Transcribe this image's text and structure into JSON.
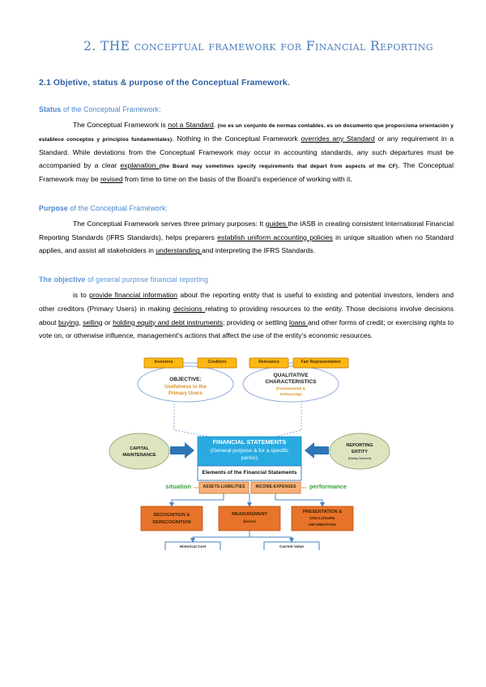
{
  "document": {
    "title": "2. THE conceptual framework for Financial Reporting",
    "section_heading": "2.1 Objetive, status & purpose of the Conceptual Framework."
  },
  "sections": [
    {
      "heading_lead": "Status",
      "heading_rest": " of the Conceptual Framework:",
      "paragraph_parts": [
        {
          "type": "indent"
        },
        {
          "type": "text",
          "text": "The Conceptual Framework is "
        },
        {
          "type": "underline",
          "text": "not a Standard"
        },
        {
          "type": "text",
          "text": ". "
        },
        {
          "type": "tiny",
          "text": "(no es un conjunto de normas contables. es un documento que proporciona orientación y establece conceptos y principios fundamentales)"
        },
        {
          "type": "text",
          "text": ". Nothing in the Conceptual Framework "
        },
        {
          "type": "underline",
          "text": "overrides any Standard"
        },
        {
          "type": "text",
          "text": " or any requirement in a Standard. While deviations from the Conceptual Framework may occur in accounting standards, any such departures must be accompanied by a clear "
        },
        {
          "type": "underline",
          "text": "explanation "
        },
        {
          "type": "tiny",
          "text": "(the Board may sometimes specify requirements that depart from aspects of the CF)"
        },
        {
          "type": "text",
          "text": ". The Conceptual Framework may be "
        },
        {
          "type": "underline",
          "text": "revised"
        },
        {
          "type": "text",
          "text": " from time to time on the basis of the Board’s experience of working with it."
        }
      ]
    },
    {
      "heading_lead": "Purpose",
      "heading_rest": " of the Conceptual Framework:",
      "paragraph_parts": [
        {
          "type": "indent"
        },
        {
          "type": "text",
          "text": "The Conceptual Framework serves three primary purposes: It "
        },
        {
          "type": "underline",
          "text": "guides "
        },
        {
          "type": "text",
          "text": "the IASB in creating consistent International Financial Reporting Standards (IFRS Standards), helps preparers "
        },
        {
          "type": "underline",
          "text": "establish uniform accounting policies"
        },
        {
          "type": "text",
          "text": " in unique situation when no Standard applies, and assist all stakeholders in "
        },
        {
          "type": "underline",
          "text": "understanding "
        },
        {
          "type": "text",
          "text": "and interpreting the IFRS Standards."
        }
      ]
    },
    {
      "heading_lead": "The objective",
      "heading_rest": " of general purpose financial reporting",
      "paragraph_parts": [
        {
          "type": "indent"
        },
        {
          "type": "text",
          "text": "is to "
        },
        {
          "type": "underline",
          "text": "provide financial information"
        },
        {
          "type": "text",
          "text": " about the reporting entity that is useful to existing and potential investors, lenders and other creditors (Primary Users) in making "
        },
        {
          "type": "underline",
          "text": "decisions "
        },
        {
          "type": "text",
          "text": "relating to providing resources to the entity. Those decisions involve decisions about "
        },
        {
          "type": "underline",
          "text": "buying"
        },
        {
          "type": "text",
          "text": ", "
        },
        {
          "type": "underline",
          "text": "selling"
        },
        {
          "type": "text",
          "text": " or "
        },
        {
          "type": "underline",
          "text": "holding equity and debt instruments"
        },
        {
          "type": "text",
          "text": ";  providing or settling "
        },
        {
          "type": "underline",
          "text": "loans "
        },
        {
          "type": "text",
          "text": "and other forms of credit; or exercising rights to vote on, or otherwise influence, management’s actions that affect the use of the entity’s economic resources."
        }
      ]
    }
  ],
  "diagram": {
    "investors_box": "Investors",
    "creditors_box": "Creditors",
    "objective_title": "OBJECTIVE:",
    "objective_sub_line1": "Usefulness to the",
    "objective_sub_line2": "Primary Users",
    "relevance_box": "Relevance",
    "fair_representation_box": "Fair Representation",
    "qc_title_line1": "QUALITATIVE",
    "qc_title_line2": "CHARACTERISTICS",
    "qc_sub_line1": "(Fundamental &",
    "qc_sub_line2": "Enhancing)",
    "capital_maintenance_line1": "CAPITAL",
    "capital_maintenance_line2": "MAINTENANCE",
    "reporting_entity_line1": "REPORTING",
    "reporting_entity_line2": "ENTITY",
    "reporting_entity_sub": "(Going Concern)",
    "fs_title": "FINANCIAL STATEMENTS",
    "fs_sub_line1": "(General purpose  & for a specific",
    "fs_sub_line2": "perioc)",
    "elements_label": "Elements of the Financial Statements",
    "assets_liabilities": "ASSETS-LIABILITIES",
    "income_expenses": "INCOME-EXPENSES",
    "situation_label": "situation",
    "performance_label": "performance",
    "recognition_line1": "RECOGNITION &",
    "recognition_line2": "DERECOGNITION",
    "measurement_line1": "MEASUREMENT",
    "measurement_line2": "(basis)",
    "presentation_line1": "PRESENTATION &",
    "presentation_line2": "DISCLOSURE",
    "presentation_line3": "INFORMATION",
    "historical_cost": "Historical Cost",
    "current_value": "Current Value",
    "colors": {
      "orange_box": "#FDB813",
      "orange_box_border": "#C8860D",
      "blue_fs": "#29ABE2",
      "peach_box": "#F8B07A",
      "big_orange": "#E8732A",
      "green_ellipse": "#DDE5C0",
      "green_text": "#3aa03a",
      "arrow_blue": "#2E75B6",
      "connector_blue": "#4a86c8"
    }
  }
}
